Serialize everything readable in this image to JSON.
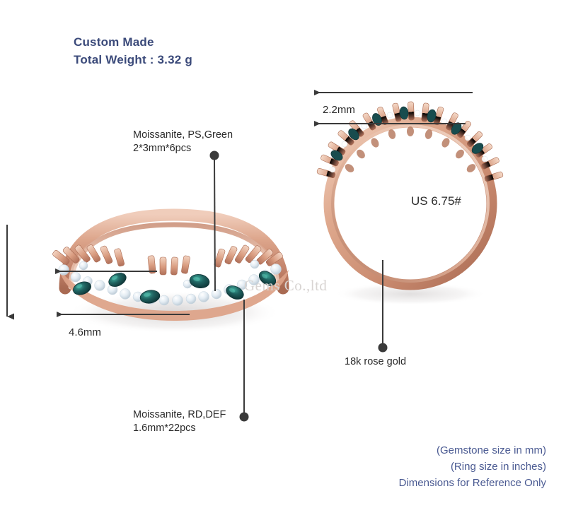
{
  "header": {
    "line1": "Custom Made",
    "line2": "Total Weight : 3.32 g",
    "color": "#3b4a7a"
  },
  "annotations": {
    "pear_stone": {
      "line1": "Moissanite, PS,Green",
      "line2": "2*3mm*6pcs"
    },
    "round_stone": {
      "line1": "Moissanite, RD,DEF",
      "line2": "1.6mm*22pcs"
    },
    "metal": {
      "label": "18k rose gold"
    }
  },
  "dimensions": {
    "band_thickness": "2.2mm",
    "band_width": "4.6mm",
    "ring_size": "US 6.75#"
  },
  "watermark": {
    "text": "Gems Co.,ltd"
  },
  "footer": {
    "line1": "(Gemstone size in mm)",
    "line2": "(Ring size in inches)",
    "line3": "Dimensions for Reference Only",
    "color": "#4a5a92"
  },
  "palette": {
    "rose_gold_light": "#e8b9a4",
    "rose_gold": "#d59a80",
    "rose_gold_dark": "#b9765c",
    "gem_green": "#1d4f50",
    "gem_green_light": "#2f8d84",
    "gem_white": "#eef3f7",
    "leader": "#3a3a3a",
    "background": "#ffffff"
  }
}
